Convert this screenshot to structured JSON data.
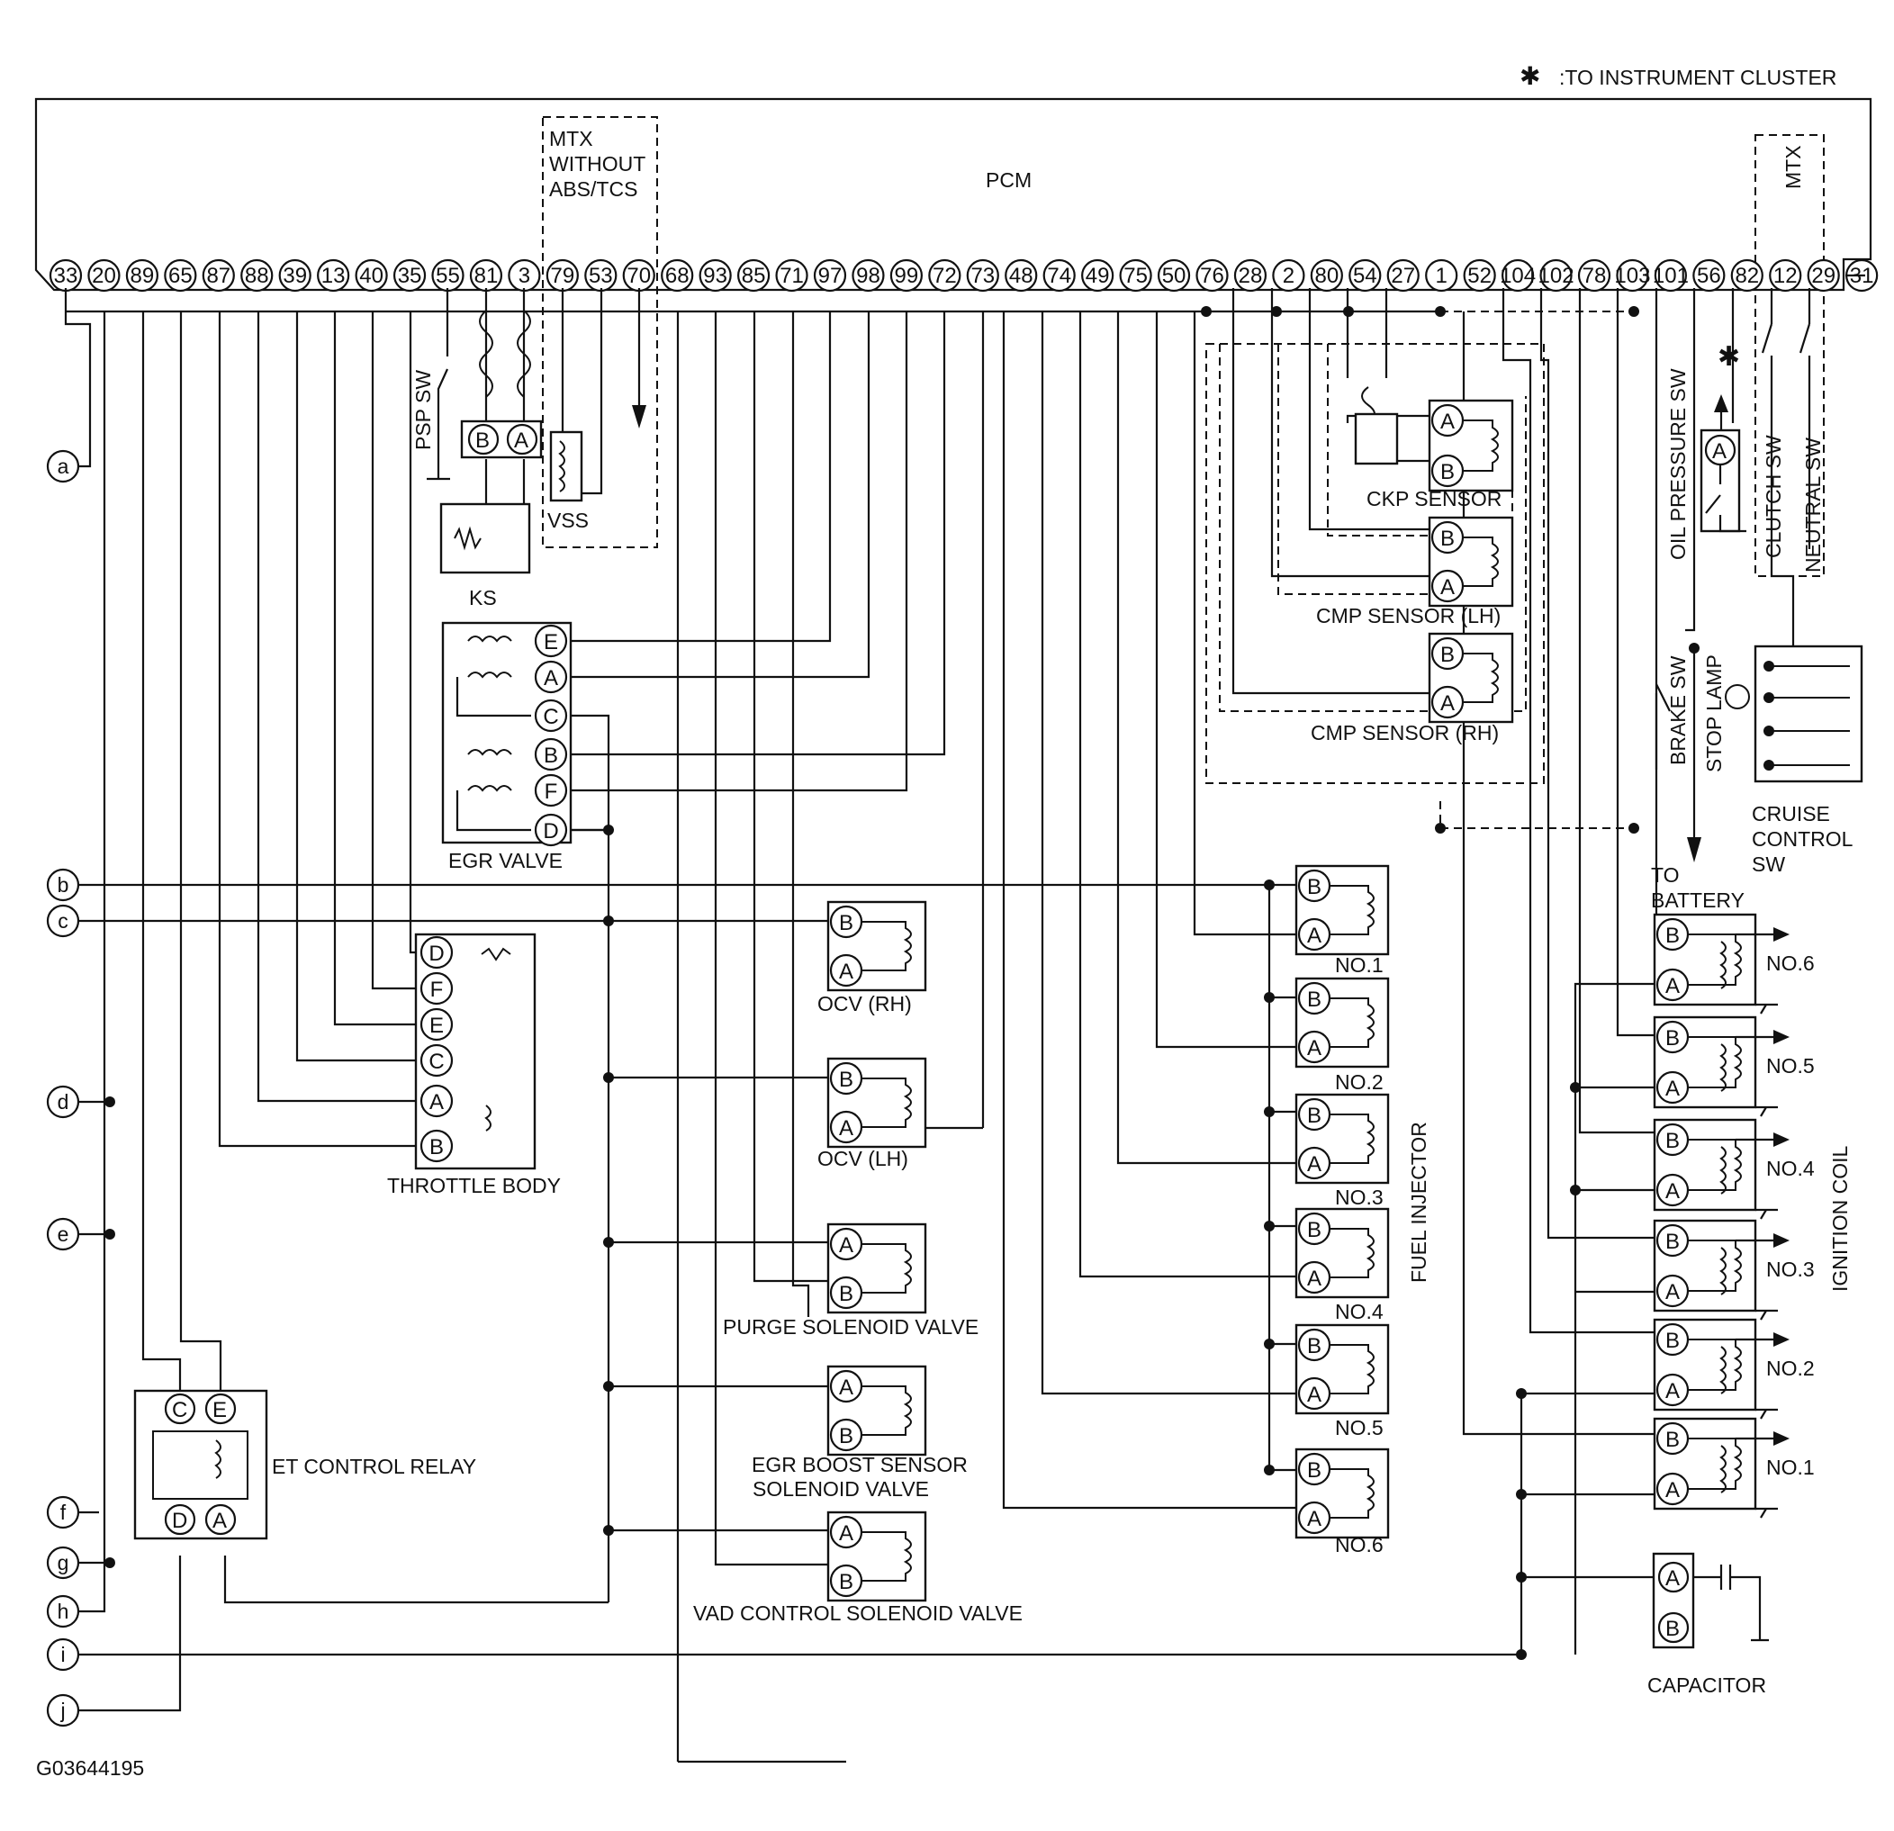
{
  "header": {
    "note_symbol": "✱",
    "note": ":TO INSTRUMENT CLUSTER",
    "module": "PCM",
    "mtx_without_abs": [
      "MTX",
      "WITHOUT",
      "ABS/TCS"
    ],
    "mtx_right": "MTX"
  },
  "pins": [
    "33",
    "20",
    "89",
    "65",
    "87",
    "88",
    "39",
    "13",
    "40",
    "35",
    "55",
    "81",
    "3",
    "79",
    "53",
    "70",
    "68",
    "93",
    "85",
    "71",
    "97",
    "98",
    "99",
    "72",
    "73",
    "48",
    "74",
    "49",
    "75",
    "50",
    "76",
    "28",
    "2",
    "80",
    "54",
    "27",
    "1",
    "52",
    "104",
    "102",
    "78",
    "103",
    "101",
    "56",
    "82",
    "12",
    "29",
    "31"
  ],
  "connectors": [
    "a",
    "b",
    "c",
    "d",
    "e",
    "f",
    "g",
    "h",
    "i",
    "j"
  ],
  "components": {
    "psp_sw": "PSP SW",
    "ks": "KS",
    "vss": "VSS",
    "egr_valve": "EGR VALVE",
    "egr_pins": [
      "E",
      "A",
      "C",
      "B",
      "F",
      "D"
    ],
    "throttle_body": "THROTTLE BODY",
    "throttle_pins": [
      "D",
      "F",
      "E",
      "C",
      "A",
      "B"
    ],
    "ocv_rh": "OCV (RH)",
    "ocv_lh": "OCV (LH)",
    "purge": "PURGE SOLENOID VALVE",
    "egr_boost": [
      "EGR BOOST SENSOR",
      "SOLENOID VALVE"
    ],
    "vad": "VAD CONTROL SOLENOID VALVE",
    "et_relay": "ET CONTROL RELAY",
    "ckp": "CKP SENSOR",
    "cmp_lh": "CMP SENSOR (LH)",
    "cmp_rh": "CMP SENSOR (RH)",
    "fuel_injector": "FUEL INJECTOR",
    "injectors": [
      "NO.1",
      "NO.2",
      "NO.3",
      "NO.4",
      "NO.5",
      "NO.6"
    ],
    "ignition_coil": "IGNITION COIL",
    "coils": [
      "NO.6",
      "NO.5",
      "NO.4",
      "NO.3",
      "NO.2",
      "NO.1"
    ],
    "capacitor": "CAPACITOR",
    "oil_pressure_sw": "OIL PRESSURE SW",
    "clutch_sw": "CLUTCH SW",
    "neutral_sw": "NEUTRAL SW",
    "brake_sw": "BRAKE SW",
    "stop_lamp": "STOP LAMP",
    "cruise": [
      "CRUISE",
      "CONTROL",
      "SW"
    ],
    "to_battery": [
      "TO",
      "BATTERY"
    ],
    "pin_a": "A",
    "pin_b": "B",
    "pin_c": "C",
    "pin_d": "D",
    "pin_e": "E"
  },
  "footer": {
    "code": "G03644195"
  }
}
